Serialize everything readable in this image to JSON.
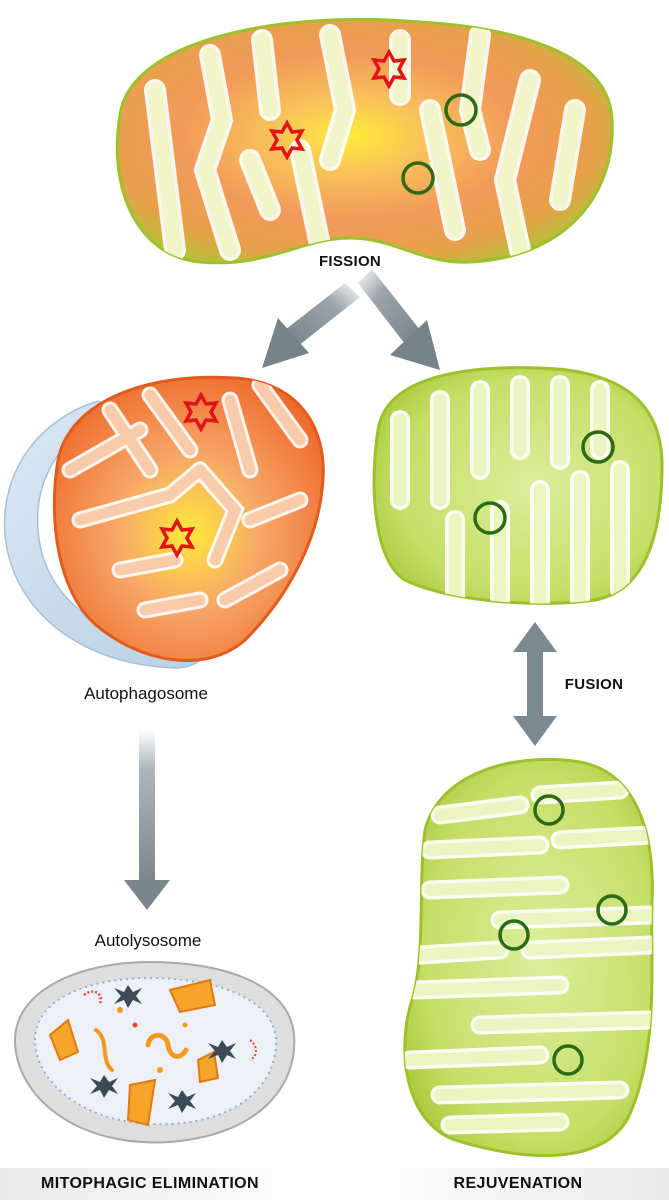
{
  "labels": {
    "fission": "FISSION",
    "fusion": "FUSION",
    "autophagosome": "Autophagosome",
    "autolysosome": "Autolysosome"
  },
  "footer": {
    "left": "MITOPHAGIC ELIMINATION",
    "right": "REJUVENATION"
  },
  "colors": {
    "healthy_mito": "#c5df66",
    "healthy_mito_edge": "#9bc02b",
    "damaged_mito": "#f07a3c",
    "damaged_core": "#ffe84a",
    "damage_marker": "#e0141a",
    "healthy_marker": "#2d6a16",
    "arrow": "#7d8990",
    "autophagosome_membrane": "#c9dcec",
    "lysosome_fill": "#dedede"
  }
}
